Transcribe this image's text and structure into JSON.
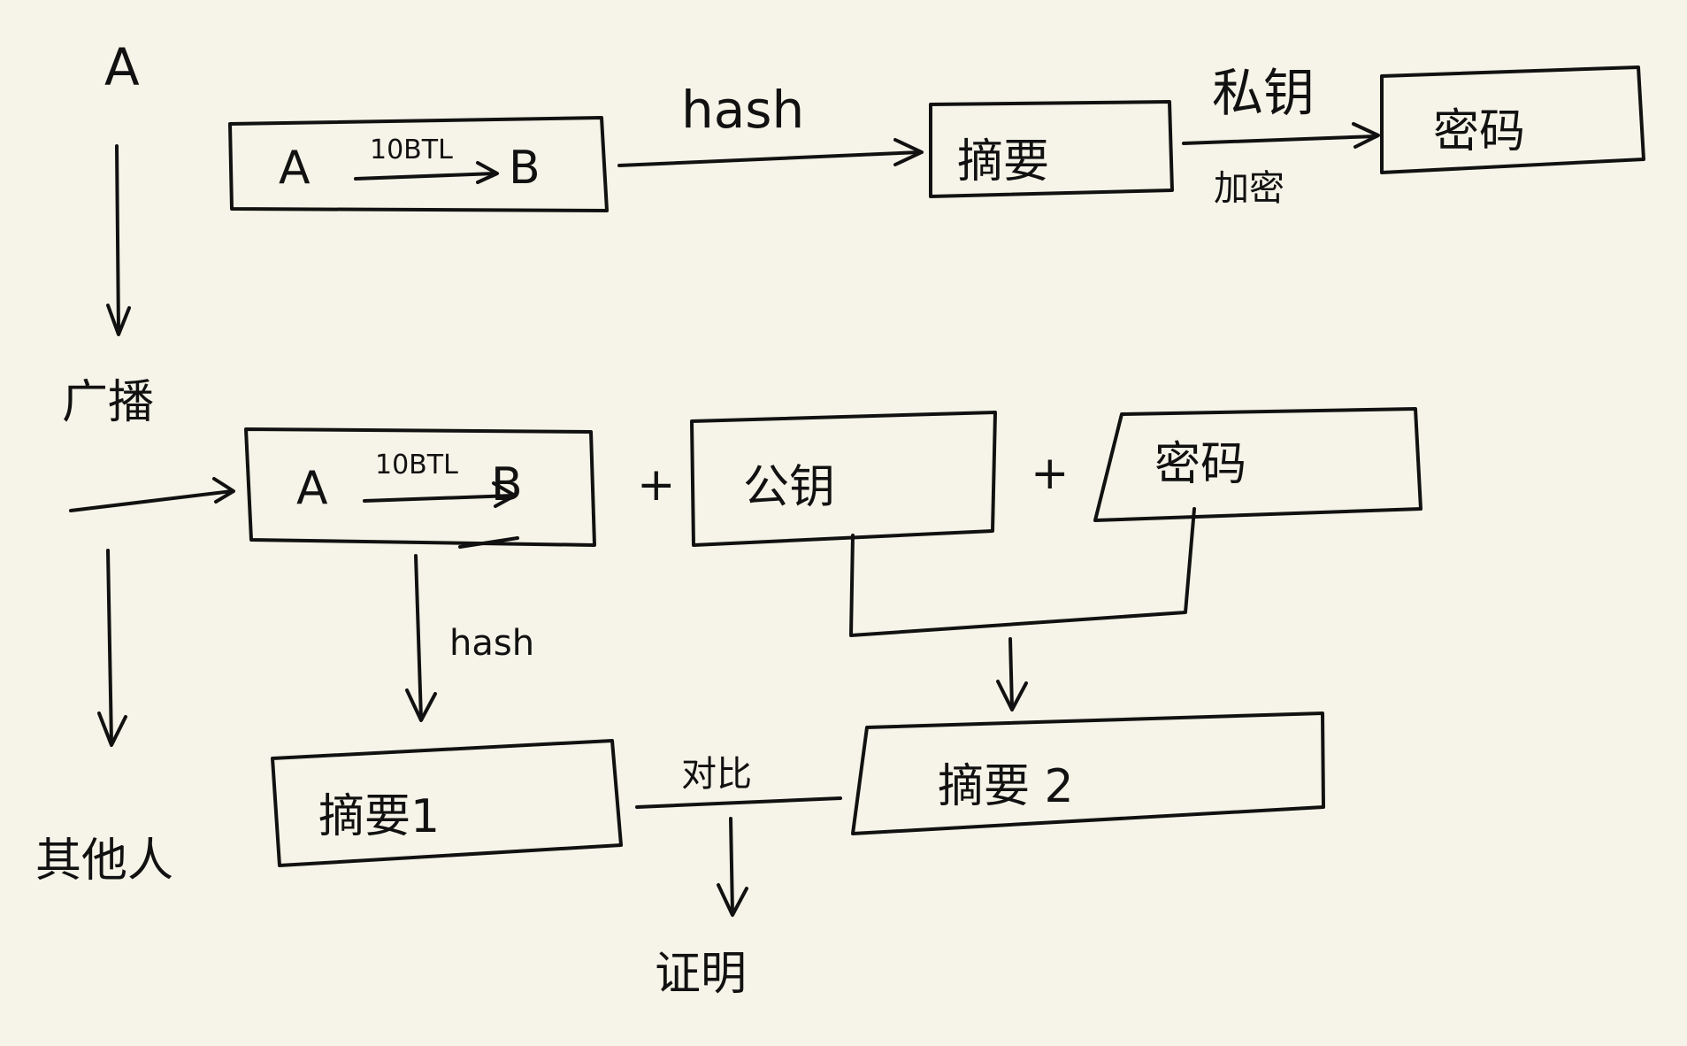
{
  "left": {
    "origin": "A",
    "broadcast": "广播",
    "others": "其他人"
  },
  "row1": {
    "tx": {
      "from": "A",
      "amount": "10BTL",
      "to": "B"
    },
    "hash_label": "hash",
    "digest": "摘要",
    "key_label": "私钥",
    "encrypt_label": "加密",
    "cipher": "密码"
  },
  "row2": {
    "tx": {
      "from": "A",
      "amount": "10BTL",
      "to": "B"
    },
    "plus": "+",
    "pubkey": "公钥",
    "cipher": "密码"
  },
  "row3": {
    "hash_label": "hash",
    "digest1": "摘要1",
    "compare_label": "对比",
    "digest2": "摘要 2",
    "proof": "证明"
  }
}
